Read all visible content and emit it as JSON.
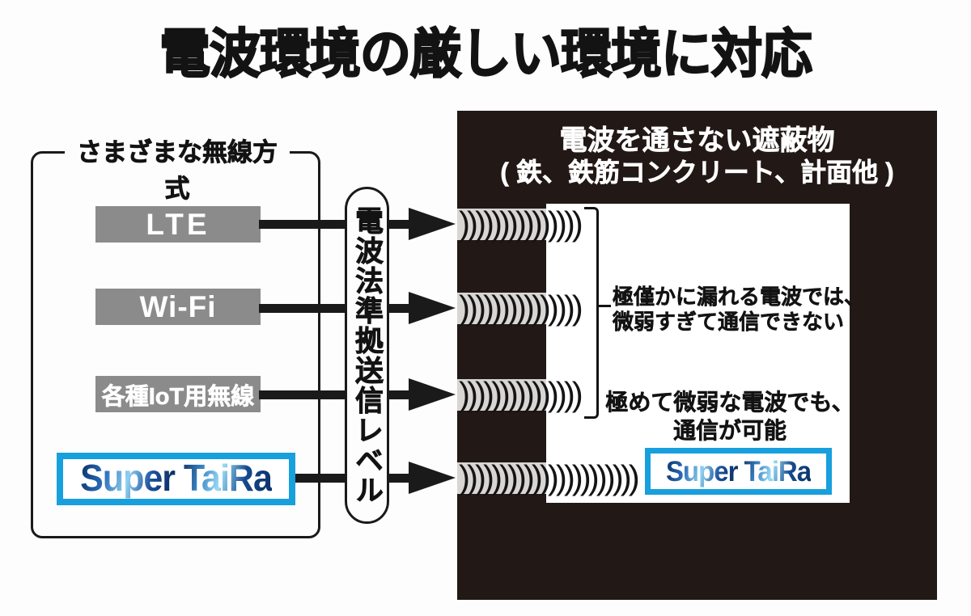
{
  "title": "電波環境の厳しい環境に対応",
  "colors": {
    "accent_blue": "#189fdd",
    "barrier_background": "#221815",
    "tech_box_gray": "#8b8b8b",
    "wave_band_gray": "#d8d5d3"
  },
  "left_panel": {
    "header": "さまざまな無線方式",
    "items": [
      {
        "label": "LTE"
      },
      {
        "label": "Wi-Fi"
      },
      {
        "label": "各種IoT用無線"
      }
    ],
    "logo_text": "Super TaiRa"
  },
  "pill": {
    "label": "電波法準拠送信レベル"
  },
  "barrier": {
    "header_line1": "電波を通さない遮蔽物",
    "header_line2": "( 鉄、鉄筋コンクリート、計面他 )",
    "blocked_note_line1": "極僅かに漏れる電波では、",
    "blocked_note_line2": "微弱すぎて通信できない",
    "pass_note_line1": "極めて微弱な電波でも、",
    "pass_note_line2": "通信が可能",
    "logo_text": "Super TaiRa"
  },
  "waves": {
    "row1": ")))))))))))))))",
    "row2": ")))))))))))))))",
    "row3": ")))))))))))))))",
    "row4": "))))))))))))))))))))))"
  }
}
